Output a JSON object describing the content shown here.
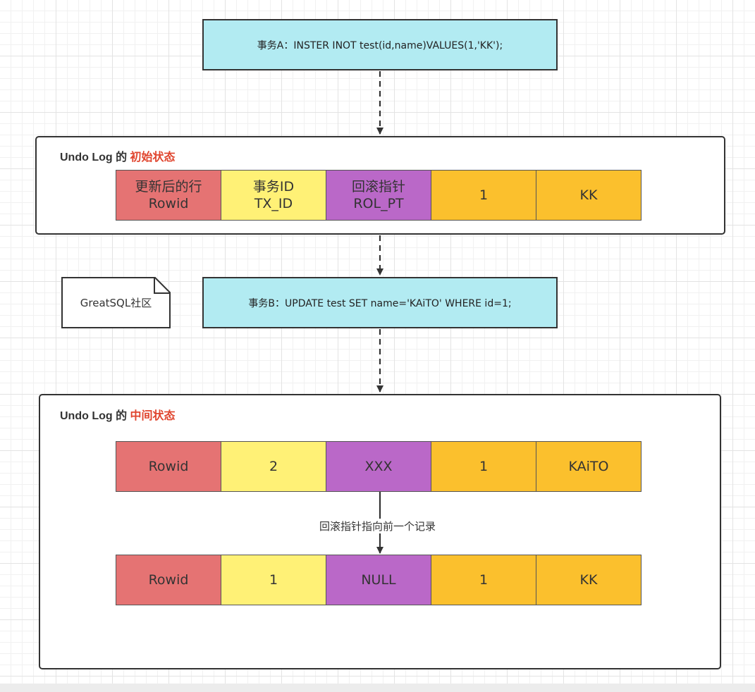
{
  "transaction_a": {
    "label": "事务A：INSTER INOT test(id,name)VALUES(1,'KK');"
  },
  "transaction_b": {
    "label": "事务B：UPDATE test SET name='KAiTO' WHERE id=1;"
  },
  "note": {
    "label": "GreatSQL社区"
  },
  "initial_state": {
    "title_prefix": "Undo Log 的",
    "title_highlight": "初始状态",
    "cells": [
      {
        "line1": "更新后的行",
        "line2": "Rowid"
      },
      {
        "line1": "事务ID",
        "line2": "TX_ID"
      },
      {
        "line1": "回滚指针",
        "line2": "ROL_PT"
      },
      {
        "line1": "1",
        "line2": ""
      },
      {
        "line1": "KK",
        "line2": ""
      }
    ]
  },
  "intermediate_state": {
    "title_prefix": "Undo Log 的",
    "title_highlight": "中间状态",
    "current_row": [
      "Rowid",
      "2",
      "XXX",
      "1",
      "KAiTO"
    ],
    "previous_row": [
      "Rowid",
      "1",
      "NULL",
      "1",
      "KK"
    ],
    "pointer_label": "回滚指针指向前一个记录"
  },
  "colors": {
    "transaction_fill": "#b2ebf2",
    "rowid": "#e57373",
    "tx_id": "#fff176",
    "rol_pt": "#ba68c8",
    "values": "#fbc02d",
    "title_highlight": "#e0452e"
  }
}
